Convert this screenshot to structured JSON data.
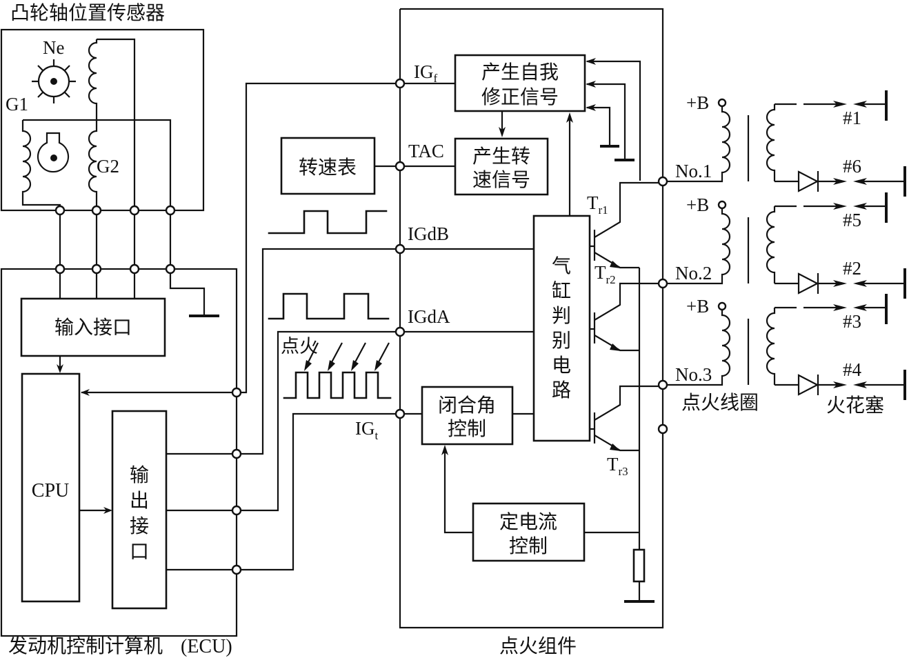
{
  "titles": {
    "cam_sensor": "凸轮轴位置传感器",
    "ecu": "发动机控制计算机",
    "ecu_suffix": "(ECU)",
    "igniter": "点火组件",
    "ignition_coil": "点火线圈",
    "spark_plug": "火花塞"
  },
  "sensor": {
    "ne_label": "Ne",
    "g1_label": "G1",
    "g2_label": "G2"
  },
  "ecu": {
    "input_interface": "输入接口",
    "cpu": "CPU",
    "output_interface": [
      "输",
      "出",
      "接",
      "口"
    ]
  },
  "tachometer": "转速表",
  "signals": {
    "igf_main": "IG",
    "igf_sub": "f",
    "tac": "TAC",
    "igdb": "IGdB",
    "igda": "IGdA",
    "igt_main": "IG",
    "igt_sub": "t",
    "ignition_pulse": "点火"
  },
  "igniter": {
    "self_correction": [
      "产生自我",
      "修正信号"
    ],
    "speed_signal": [
      "产生转",
      "速信号"
    ],
    "cylinder_discrimination": [
      "气",
      "缸",
      "判",
      "别",
      "电",
      "路"
    ],
    "dwell_control": [
      "闭合角",
      "控制"
    ],
    "constant_current": [
      "定电流",
      "控制"
    ]
  },
  "transistors": [
    {
      "main": "T",
      "sub": "r1"
    },
    {
      "main": "T",
      "sub": "r2"
    },
    {
      "main": "T",
      "sub": "r3"
    }
  ],
  "coils": [
    {
      "supply": "+B",
      "name": "No.1",
      "plug_top": "#1",
      "plug_bottom": "#6"
    },
    {
      "supply": "+B",
      "name": "No.2",
      "plug_top": "#5",
      "plug_bottom": "#2"
    },
    {
      "supply": "+B",
      "name": "No.3",
      "plug_top": "#3",
      "plug_bottom": "#4"
    }
  ]
}
